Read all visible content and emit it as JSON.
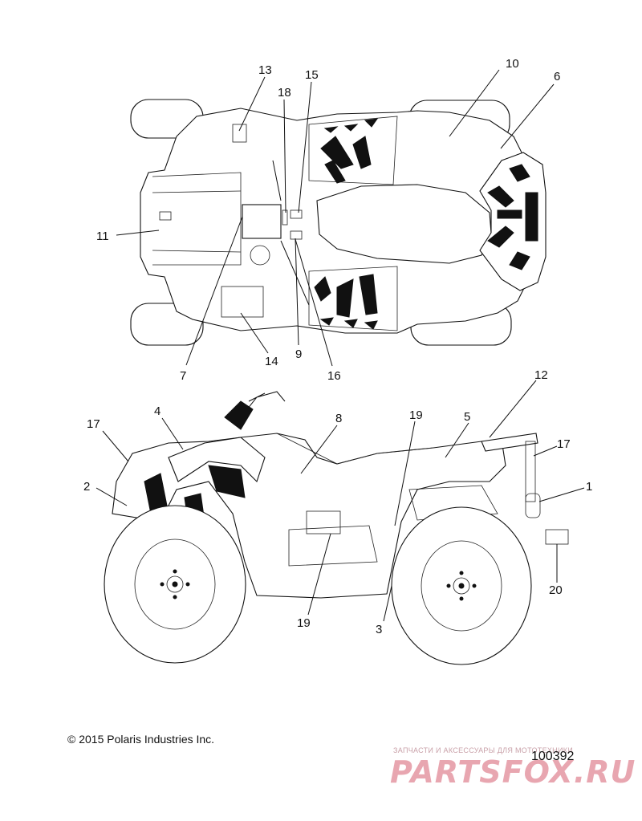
{
  "callouts_top": [
    "13",
    "18",
    "15",
    "10",
    "6",
    "11",
    "7",
    "14",
    "9",
    "16"
  ],
  "callouts_side": [
    "17",
    "4",
    "8",
    "19",
    "5",
    "12",
    "17",
    "2",
    "1",
    "20",
    "19",
    "3"
  ],
  "copyright": "© 2015 Polaris Industries Inc.",
  "part_number": "100392",
  "watermark": {
    "tagline": "ЗАПЧАСТИ И АКСЕССУАРЫ ДЛЯ МОТОТЕХНИКИ",
    "logo": "PARTSFOX.RU"
  }
}
